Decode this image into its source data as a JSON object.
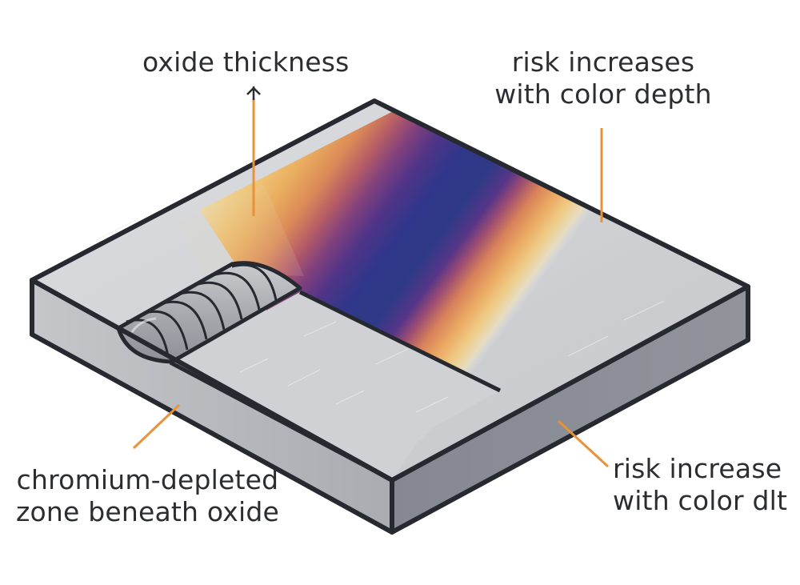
{
  "diagram": {
    "subject": "welded stainless steel plate with heat tint oxide bands",
    "colors": {
      "outline": "#262a30",
      "top_face": "#d3d5d8",
      "front_face": "#b9bbbf",
      "side_face": "#8a8d94",
      "leader": "#e8923a",
      "text": "#2b2d31",
      "tint_bands": [
        "#e9d3a0",
        "#eec477",
        "#e9a95e",
        "#d98656",
        "#b25b66",
        "#7e3f7c",
        "#4b3488",
        "#2f3784"
      ]
    },
    "labels": {
      "oxide_thickness": {
        "text": "oxide thickness",
        "arrow": "up-arrow"
      },
      "risk_top": {
        "lines": [
          "risk increases",
          "with color depth"
        ]
      },
      "chromium": {
        "lines": [
          "chromium-depleted",
          "zone beneath oxide"
        ]
      },
      "risk_bottom": {
        "lines": [
          "risk increase",
          "with color dlt"
        ]
      }
    },
    "parts": {
      "plate": "stainless steel plate",
      "weld": "weld bead",
      "tint": "heat tint zone"
    }
  }
}
